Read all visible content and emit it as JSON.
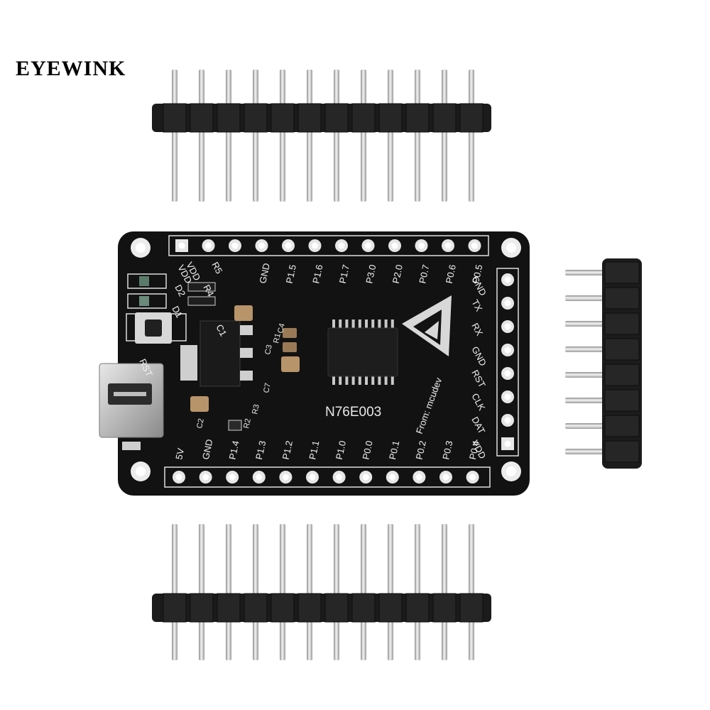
{
  "brand": {
    "text": "EYEWINK"
  },
  "board": {
    "chip_label": "N76E003",
    "credit": "From: mcudev",
    "top_pins": [
      "GND",
      "P1.5",
      "P1.6",
      "P1.7",
      "P3.0",
      "P2.0",
      "P0.7",
      "P0.6",
      "P0.5"
    ],
    "top_left_labels": [
      "VDD",
      "VDD",
      "R5",
      "R4",
      "D2",
      "D1",
      "C1",
      "RST"
    ],
    "bottom_pins": [
      "5V",
      "GND",
      "P1.4",
      "P1.3",
      "P1.2",
      "P1.1",
      "P1.0",
      "P0.0",
      "P0.1",
      "P0.2",
      "P0.3",
      "P0.4"
    ],
    "right_pins": [
      "GND",
      "TX",
      "RX",
      "GND",
      "RST",
      "CLK",
      "DAT",
      "VDD"
    ],
    "component_labels": [
      "C3",
      "R1",
      "C4",
      "C7",
      "C2",
      "R2",
      "R3"
    ],
    "colors": {
      "pcb": "#111111",
      "silkscreen": "#f2f2f2",
      "pins": "#c9c9c9",
      "headers": "#1a1a1a"
    }
  }
}
